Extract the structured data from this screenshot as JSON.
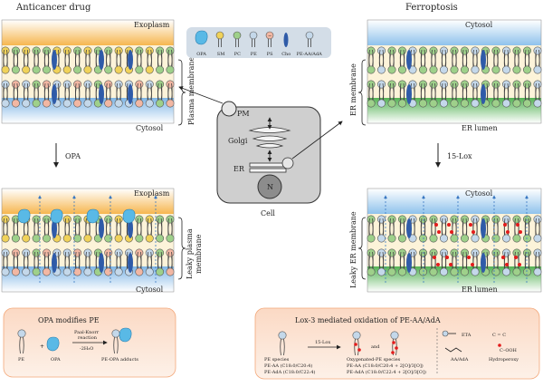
{
  "panels": {
    "left_top": {
      "header": "Anticancer drug",
      "top": "Exoplasm",
      "bottom": "Cytosol",
      "side": "Plasma membrane"
    },
    "left_arrow": "OPA",
    "left_bottom": {
      "top": "Exoplasm",
      "bottom": "Cytosol",
      "side_line1": "Leaky plasma",
      "side_line2": "membrane"
    },
    "right_top": {
      "header": "Ferroptosis",
      "top": "Cytosol",
      "bottom": "ER lumen",
      "side": "ER membrane"
    },
    "right_arrow": "15-Lox",
    "right_bottom": {
      "top": "Cytosol",
      "bottom": "ER lumen",
      "side": "Leaky ER membrane"
    }
  },
  "legend": [
    "OPA",
    "SM",
    "PC",
    "PE",
    "PS",
    "Cho",
    "PE-AA/AdA"
  ],
  "cell": {
    "pm": "PM",
    "golgi": "Golgi",
    "er": "ER",
    "nucleus": "N",
    "caption": "Cell"
  },
  "box_opa": {
    "title": "OPA modifies PE",
    "pe": "PE",
    "plus": "+",
    "opa": "OPA",
    "reaction_line1": "Paal-Knorr",
    "reaction_line2": "reaction",
    "reaction_line3": "-2H₂O",
    "product": "PE-OPA adducts"
  },
  "box_lox": {
    "title": "Lox-3 mediated oxidation of PE-AA/AdA",
    "pe_species": "PE species",
    "pe_aa": "PE-AA (C18:0/C20:4)",
    "pe_ada": "PE-AdA (C18:0/C22:4)",
    "arrow": "15-Lox",
    "and": "and",
    "oxy": "Oxygenated-PE species",
    "oxy_aa": "PE-AA (C18:0/C20:4 + 2[O]/3[O])",
    "oxy_ada": "PE-AdA (C18:0/C22:4 + 2[O]/3[O])",
    "eta": "ETA",
    "cc": "C = C",
    "aa_ada": "AA/AdA",
    "cooh": "C–OOH",
    "hydroperoxy": "Hydroperoxy"
  },
  "colors": {
    "opa": "#59b9e6",
    "sm": "#f0d25a",
    "pc": "#9ed08a",
    "pe": "#c4d8ea",
    "ps": "#f2b7a3",
    "cho": "#2f5ba8",
    "pe_aa": "#c4d8ea",
    "exoplasm": "#f6b64f",
    "cytosol": "#a7cdee",
    "er_lumen": "#6cc06a",
    "membrane": "#fcf3d9",
    "red": "#e31b1b"
  }
}
